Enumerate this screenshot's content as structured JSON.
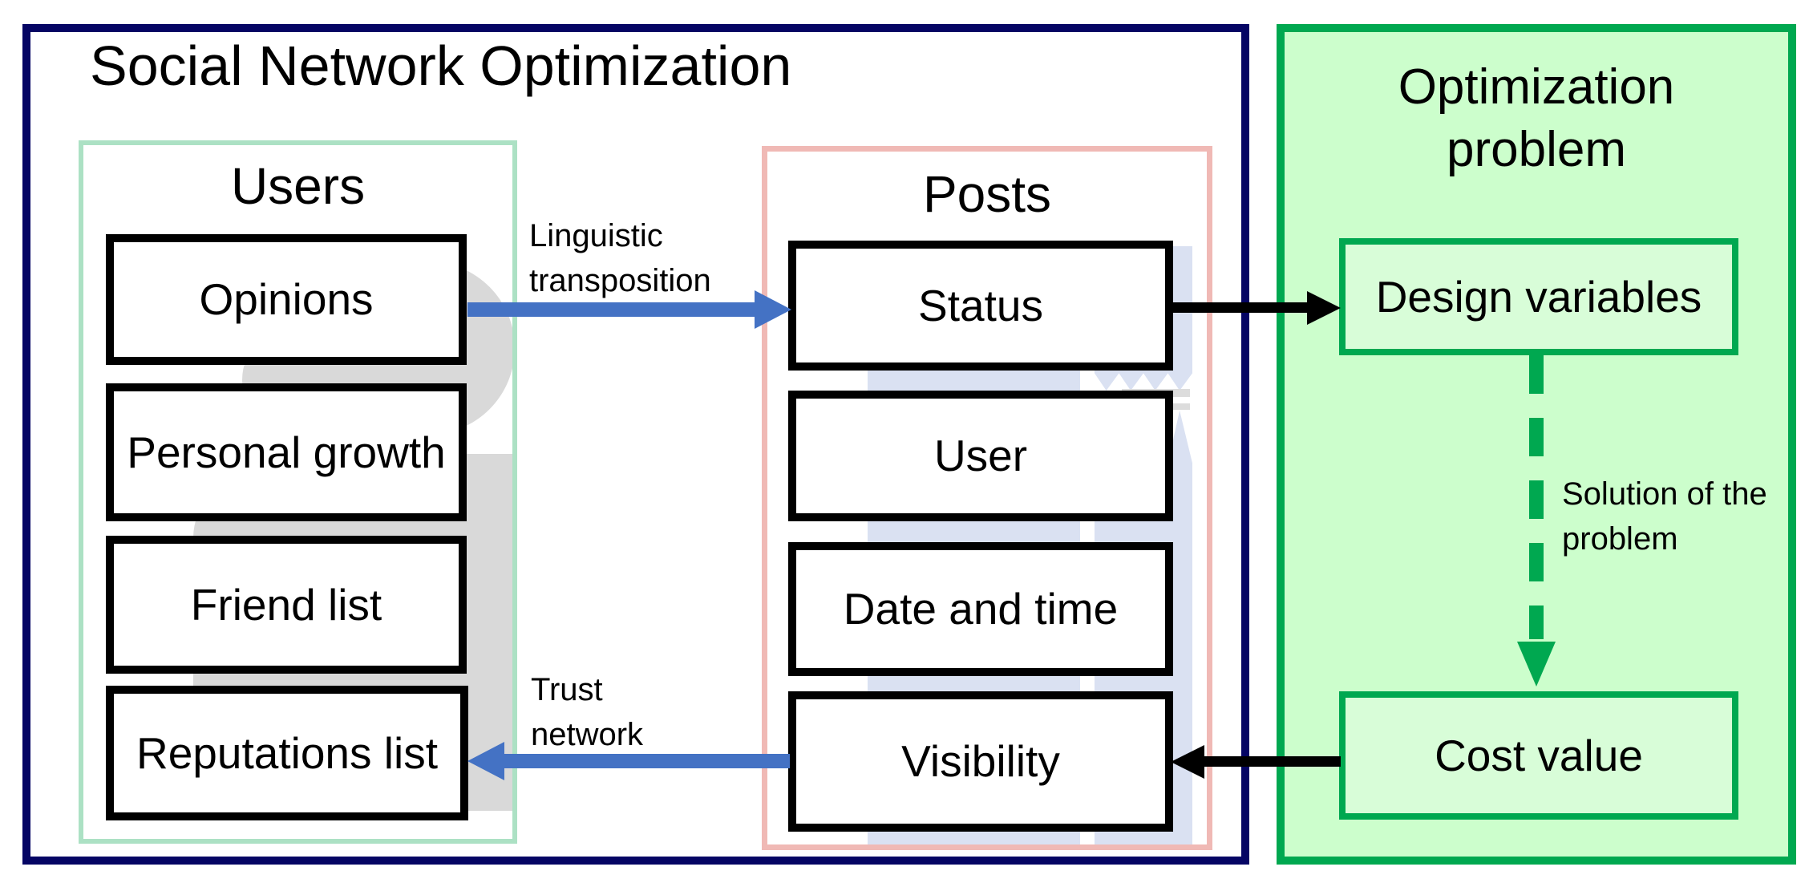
{
  "title": "Social Network Optimization",
  "users": {
    "heading": "Users",
    "items": [
      "Opinions",
      "Personal growth",
      "Friend list",
      "Reputations list"
    ]
  },
  "posts": {
    "heading": "Posts",
    "items": [
      "Status",
      "User",
      "Date and time",
      "Visibility"
    ]
  },
  "optimization": {
    "heading": "Optimization problem",
    "items": [
      "Design variables",
      "Cost value"
    ]
  },
  "edge_labels": {
    "linguistic": "Linguistic transposition",
    "trust": "Trust network",
    "solution": "Solution of the problem"
  },
  "edges": [
    {
      "from": "Opinions",
      "to": "Status",
      "label": "Linguistic transposition",
      "style": "blue-solid"
    },
    {
      "from": "Status",
      "to": "Design variables",
      "label": "",
      "style": "black-solid"
    },
    {
      "from": "Design variables",
      "to": "Cost value",
      "label": "Solution of the problem",
      "style": "green-dashed"
    },
    {
      "from": "Cost value",
      "to": "Visibility",
      "label": "",
      "style": "black-solid"
    },
    {
      "from": "Visibility",
      "to": "Reputations list",
      "label": "Trust network",
      "style": "blue-solid"
    }
  ],
  "colors": {
    "outer_border": "#050564",
    "users_border": "#ACE1C4",
    "posts_border": "#F0B9B5",
    "problem_fill": "#CCFECC",
    "problem_border": "#00A850",
    "inner_green_fill": "#D8FDD8",
    "blue_arrow": "#4472C4",
    "black_arrow": "#000000",
    "silhouette_gray": "#D9D9D9",
    "posts_graphic": "#DAE1F2",
    "box_border": "#000000",
    "background": "#FFFFFF"
  }
}
